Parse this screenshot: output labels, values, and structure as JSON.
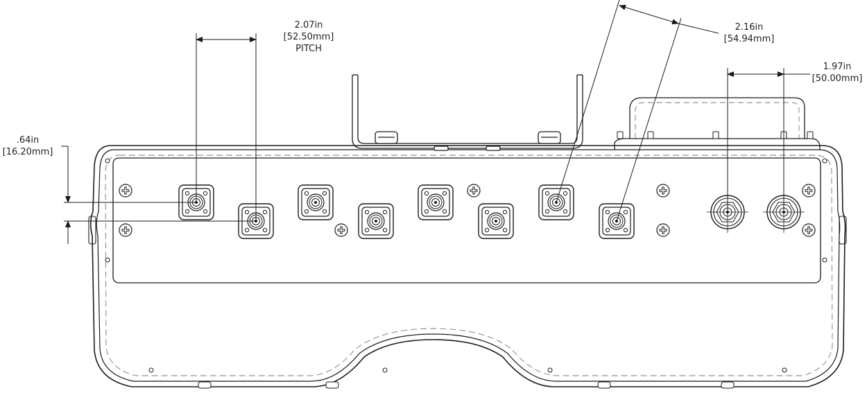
{
  "dimensions": {
    "pitch": {
      "imperial": "2.07in",
      "metric": "52.50mm",
      "note": "PITCH"
    },
    "angled": {
      "imperial": "2.16in",
      "metric": "54.94mm"
    },
    "right": {
      "imperial": "1.97in",
      "metric": "50.00mm"
    },
    "vertical": {
      "imperial": ".64in",
      "metric": "16.20mm"
    }
  },
  "colors": {
    "line": "#1a1a1a",
    "hidden": "#777777",
    "background": "#ffffff"
  },
  "icons": {
    "connector": "square-flange-connector-icon",
    "round_connector": "round-connector-icon",
    "screw": "screw-head-icon"
  }
}
